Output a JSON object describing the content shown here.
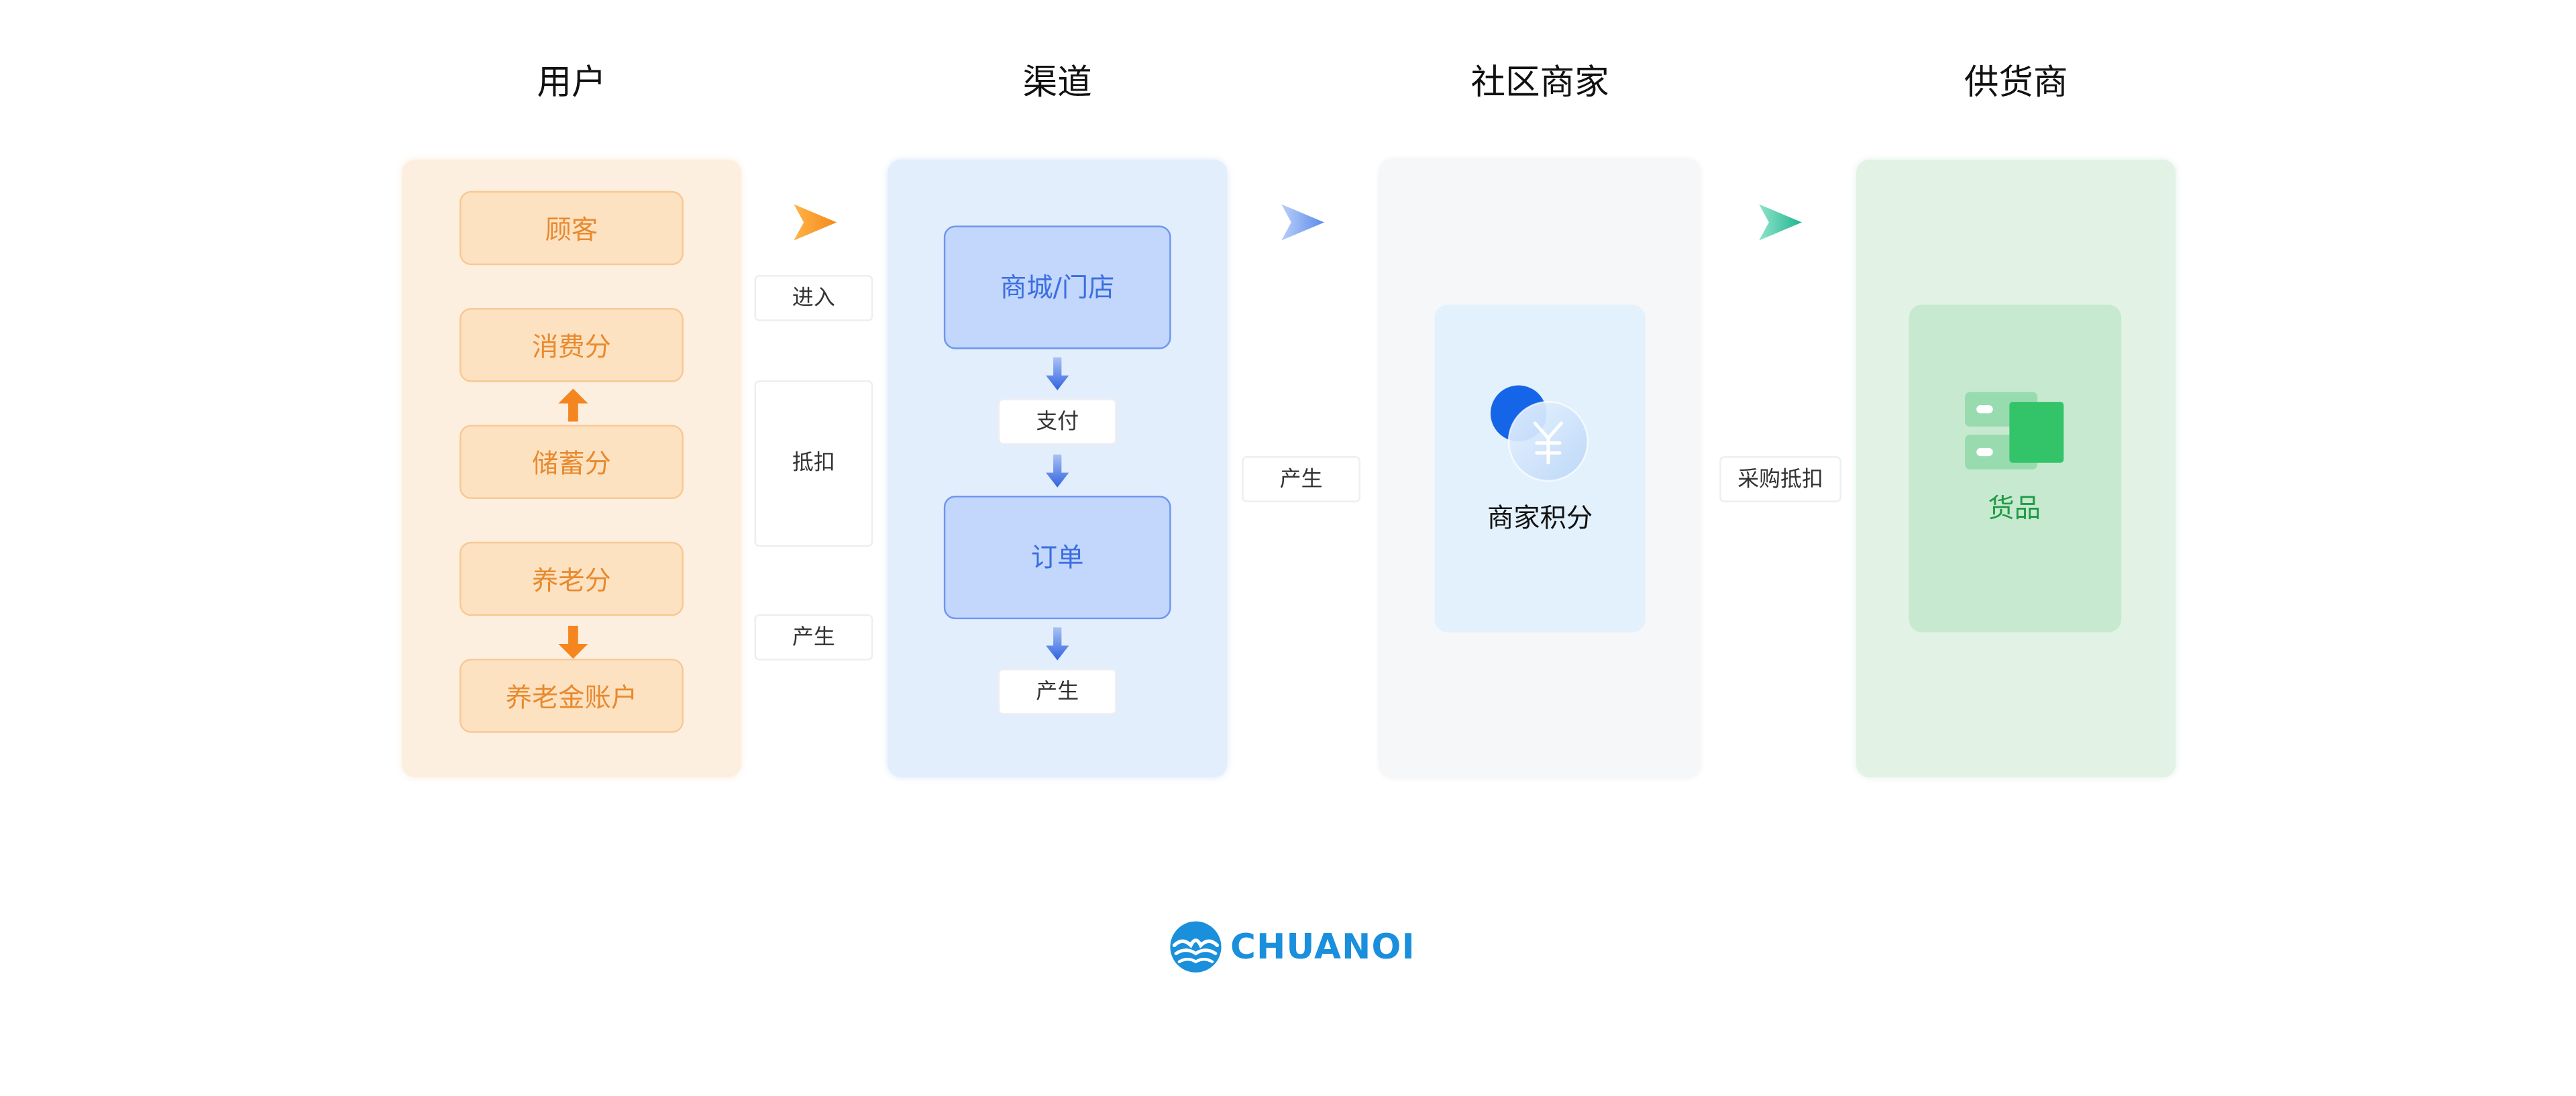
{
  "columns": {
    "user": "用户",
    "channel": "渠道",
    "merchant": "社区商家",
    "supplier": "供货商"
  },
  "user_items": [
    "顾客",
    "消费分",
    "储蓄分",
    "养老分",
    "养老金账户"
  ],
  "channel_items": {
    "store": "商城/门店",
    "pay": "支付",
    "order": "订单",
    "produce": "产生"
  },
  "flow_labels": {
    "enter": "进入",
    "deduct": "抵扣",
    "produce": "产生",
    "channel_to_merchant": "产生",
    "purchase_deduct": "采购抵扣"
  },
  "merchant_card": {
    "label": "商家积分",
    "icon": "yuan-coin-icon"
  },
  "supplier_card": {
    "label": "货品",
    "icon": "goods-icon"
  },
  "logo": {
    "text": "CHUANOI",
    "icon": "waves-logo-icon"
  },
  "colors": {
    "user_accent": "#e88a2e",
    "channel_accent": "#3b6fe0",
    "supplier_accent": "#1f9a45",
    "logo": "#1a8fdc"
  }
}
